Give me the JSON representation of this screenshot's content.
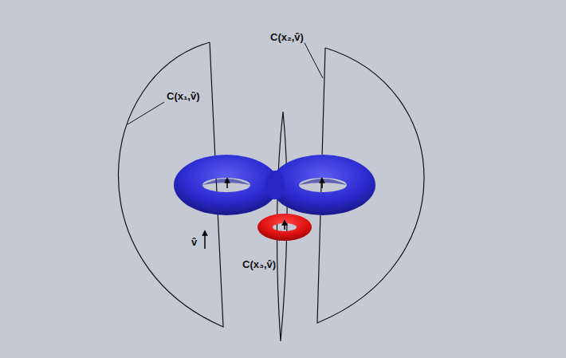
{
  "diagram": {
    "labels": [
      "C(x₁,v̂)",
      "C(x₂,v̂)",
      "C(x₃,v̂)",
      "v̂"
    ]
  }
}
